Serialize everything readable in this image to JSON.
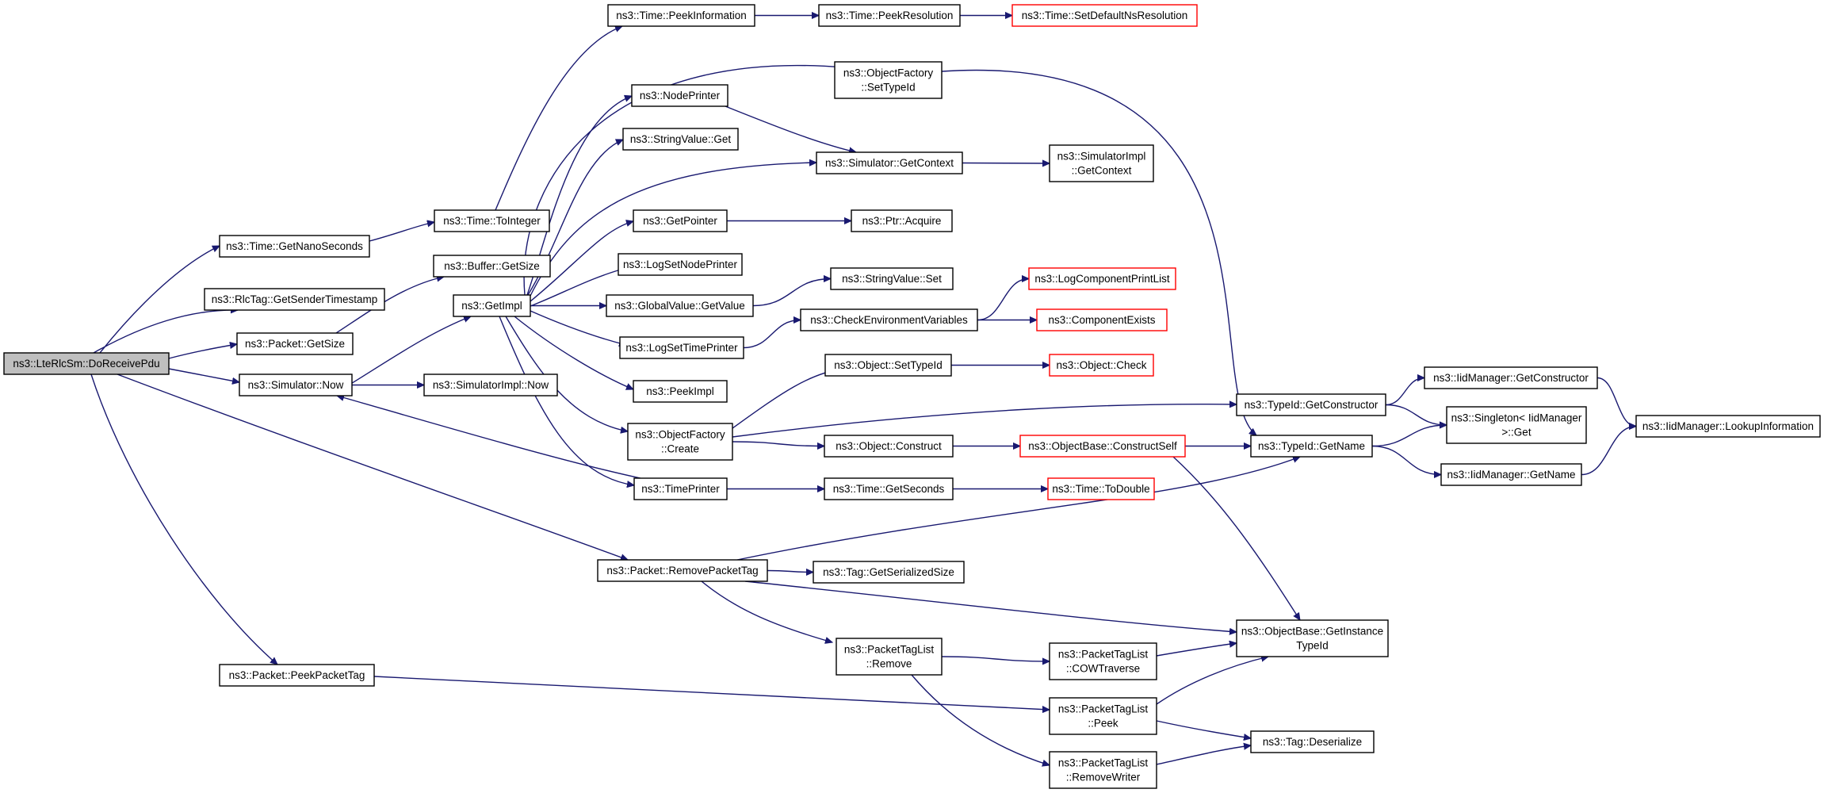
{
  "graph": {
    "edge_color": "#191970",
    "truncated_border_color": "#ff0000",
    "root_fill_color": "#bfbfbf",
    "nodes": [
      {
        "id": "root",
        "lines": [
          "ns3::LteRlcSm::DoReceivePdu"
        ],
        "root": true
      },
      {
        "id": "getNano",
        "lines": [
          "ns3::Time::GetNanoSeconds"
        ]
      },
      {
        "id": "rlcTag",
        "lines": [
          "ns3::RlcTag::GetSenderTimestamp"
        ]
      },
      {
        "id": "pktGetSize",
        "lines": [
          "ns3::Packet::GetSize"
        ]
      },
      {
        "id": "simNow",
        "lines": [
          "ns3::Simulator::Now"
        ]
      },
      {
        "id": "peekPktTag",
        "lines": [
          "ns3::Packet::PeekPacketTag"
        ]
      },
      {
        "id": "toInteger",
        "lines": [
          "ns3::Time::ToInteger"
        ]
      },
      {
        "id": "bufGetSize",
        "lines": [
          "ns3::Buffer::GetSize"
        ]
      },
      {
        "id": "getImpl",
        "lines": [
          "ns3::GetImpl"
        ]
      },
      {
        "id": "simImplNow",
        "lines": [
          "ns3::SimulatorImpl::Now"
        ]
      },
      {
        "id": "removePktTag",
        "lines": [
          "ns3::Packet::RemovePacketTag"
        ]
      },
      {
        "id": "peekInfo",
        "lines": [
          "ns3::Time::PeekInformation"
        ]
      },
      {
        "id": "peekRes",
        "lines": [
          "ns3::Time::PeekResolution"
        ]
      },
      {
        "id": "setDefNs",
        "lines": [
          "ns3::Time::SetDefaultNsResolution"
        ],
        "truncated": true
      },
      {
        "id": "ofSetTypeId",
        "lines": [
          "ns3::ObjectFactory",
          "::SetTypeId"
        ]
      },
      {
        "id": "nodePrinter",
        "lines": [
          "ns3::NodePrinter"
        ]
      },
      {
        "id": "strValGet",
        "lines": [
          "ns3::StringValue::Get"
        ]
      },
      {
        "id": "simGetCtx",
        "lines": [
          "ns3::Simulator::GetContext"
        ]
      },
      {
        "id": "simImplGetCtx",
        "lines": [
          "ns3::SimulatorImpl",
          "::GetContext"
        ]
      },
      {
        "id": "getPointer",
        "lines": [
          "ns3::GetPointer"
        ]
      },
      {
        "id": "ptrAcquire",
        "lines": [
          "ns3::Ptr::Acquire"
        ]
      },
      {
        "id": "logSetNodePrinter",
        "lines": [
          "ns3::LogSetNodePrinter"
        ]
      },
      {
        "id": "strValSet",
        "lines": [
          "ns3::StringValue::Set"
        ]
      },
      {
        "id": "gvGetValue",
        "lines": [
          "ns3::GlobalValue::GetValue"
        ]
      },
      {
        "id": "logCompPrintList",
        "lines": [
          "ns3::LogComponentPrintList"
        ],
        "truncated": true
      },
      {
        "id": "checkEnv",
        "lines": [
          "ns3::CheckEnvironmentVariables"
        ]
      },
      {
        "id": "compExists",
        "lines": [
          "ns3::ComponentExists"
        ],
        "truncated": true
      },
      {
        "id": "logSetTimePrinter",
        "lines": [
          "ns3::LogSetTimePrinter"
        ]
      },
      {
        "id": "peekImpl",
        "lines": [
          "ns3::PeekImpl"
        ]
      },
      {
        "id": "objSetTypeId",
        "lines": [
          "ns3::Object::SetTypeId"
        ]
      },
      {
        "id": "objCheck",
        "lines": [
          "ns3::Object::Check"
        ],
        "truncated": true
      },
      {
        "id": "ofCreate",
        "lines": [
          "ns3::ObjectFactory",
          "::Create"
        ]
      },
      {
        "id": "objConstruct",
        "lines": [
          "ns3::Object::Construct"
        ]
      },
      {
        "id": "obConstructSelf",
        "lines": [
          "ns3::ObjectBase::ConstructSelf"
        ],
        "truncated": true
      },
      {
        "id": "typeIdGetCtor",
        "lines": [
          "ns3::TypeId::GetConstructor"
        ]
      },
      {
        "id": "typeIdGetName",
        "lines": [
          "ns3::TypeId::GetName"
        ]
      },
      {
        "id": "iidGetCtor",
        "lines": [
          "ns3::IidManager::GetConstructor"
        ]
      },
      {
        "id": "singletonGet",
        "lines": [
          "ns3::Singleton< IidManager",
          ">::Get"
        ]
      },
      {
        "id": "iidGetName",
        "lines": [
          "ns3::IidManager::GetName"
        ]
      },
      {
        "id": "iidLookup",
        "lines": [
          "ns3::IidManager::LookupInformation"
        ]
      },
      {
        "id": "timePrinter",
        "lines": [
          "ns3::TimePrinter"
        ]
      },
      {
        "id": "timeGetSeconds",
        "lines": [
          "ns3::Time::GetSeconds"
        ]
      },
      {
        "id": "timeToDouble",
        "lines": [
          "ns3::Time::ToDouble"
        ],
        "truncated": true
      },
      {
        "id": "tagGetSerSize",
        "lines": [
          "ns3::Tag::GetSerializedSize"
        ]
      },
      {
        "id": "ptlRemove",
        "lines": [
          "ns3::PacketTagList",
          "::Remove"
        ]
      },
      {
        "id": "ptlCow",
        "lines": [
          "ns3::PacketTagList",
          "::COWTraverse"
        ]
      },
      {
        "id": "obGetInstTypeId",
        "lines": [
          "ns3::ObjectBase::GetInstance",
          "TypeId"
        ]
      },
      {
        "id": "ptlPeek",
        "lines": [
          "ns3::PacketTagList",
          "::Peek"
        ]
      },
      {
        "id": "tagDeserialize",
        "lines": [
          "ns3::Tag::Deserialize"
        ]
      },
      {
        "id": "ptlRemoveWriter",
        "lines": [
          "ns3::PacketTagList",
          "::RemoveWriter"
        ]
      }
    ],
    "edges": [
      {
        "from": "root",
        "to": "getNano"
      },
      {
        "from": "root",
        "to": "rlcTag"
      },
      {
        "from": "root",
        "to": "pktGetSize"
      },
      {
        "from": "root",
        "to": "simNow"
      },
      {
        "from": "root",
        "to": "removePktTag"
      },
      {
        "from": "root",
        "to": "peekPktTag"
      },
      {
        "from": "getNano",
        "to": "toInteger"
      },
      {
        "from": "toInteger",
        "to": "peekInfo"
      },
      {
        "from": "peekInfo",
        "to": "peekRes"
      },
      {
        "from": "peekRes",
        "to": "setDefNs"
      },
      {
        "from": "pktGetSize",
        "to": "bufGetSize"
      },
      {
        "from": "simNow",
        "to": "getImpl"
      },
      {
        "from": "simNow",
        "to": "simImplNow"
      },
      {
        "from": "getImpl",
        "to": "ofSetTypeId"
      },
      {
        "from": "getImpl",
        "to": "nodePrinter"
      },
      {
        "from": "getImpl",
        "to": "strValGet"
      },
      {
        "from": "getImpl",
        "to": "simGetCtx"
      },
      {
        "from": "getImpl",
        "to": "getPointer"
      },
      {
        "from": "getImpl",
        "to": "logSetNodePrinter"
      },
      {
        "from": "getImpl",
        "to": "gvGetValue"
      },
      {
        "from": "getImpl",
        "to": "logSetTimePrinter"
      },
      {
        "from": "getImpl",
        "to": "peekImpl"
      },
      {
        "from": "getImpl",
        "to": "ofCreate"
      },
      {
        "from": "getImpl",
        "to": "timePrinter"
      },
      {
        "from": "nodePrinter",
        "to": "simGetCtx"
      },
      {
        "from": "simGetCtx",
        "to": "simImplGetCtx"
      },
      {
        "from": "getPointer",
        "to": "ptrAcquire"
      },
      {
        "from": "gvGetValue",
        "to": "strValSet"
      },
      {
        "from": "logSetTimePrinter",
        "to": "checkEnv"
      },
      {
        "from": "checkEnv",
        "to": "logCompPrintList"
      },
      {
        "from": "checkEnv",
        "to": "compExists"
      },
      {
        "from": "ofCreate",
        "to": "objSetTypeId"
      },
      {
        "from": "ofCreate",
        "to": "typeIdGetCtor"
      },
      {
        "from": "ofCreate",
        "to": "objConstruct"
      },
      {
        "from": "objSetTypeId",
        "to": "objCheck"
      },
      {
        "from": "objConstruct",
        "to": "obConstructSelf"
      },
      {
        "from": "obConstructSelf",
        "to": "typeIdGetName"
      },
      {
        "from": "obConstructSelf",
        "to": "obGetInstTypeId"
      },
      {
        "from": "ofSetTypeId",
        "to": "typeIdGetName"
      },
      {
        "from": "typeIdGetCtor",
        "to": "iidGetCtor"
      },
      {
        "from": "typeIdGetCtor",
        "to": "singletonGet"
      },
      {
        "from": "typeIdGetName",
        "to": "singletonGet"
      },
      {
        "from": "typeIdGetName",
        "to": "iidGetName"
      },
      {
        "from": "iidGetCtor",
        "to": "iidLookup"
      },
      {
        "from": "iidGetName",
        "to": "iidLookup"
      },
      {
        "from": "timePrinter",
        "to": "simNow"
      },
      {
        "from": "timePrinter",
        "to": "timeGetSeconds"
      },
      {
        "from": "timeGetSeconds",
        "to": "timeToDouble"
      },
      {
        "from": "removePktTag",
        "to": "typeIdGetName"
      },
      {
        "from": "removePktTag",
        "to": "tagGetSerSize"
      },
      {
        "from": "removePktTag",
        "to": "obGetInstTypeId"
      },
      {
        "from": "removePktTag",
        "to": "ptlRemove"
      },
      {
        "from": "ptlRemove",
        "to": "ptlCow"
      },
      {
        "from": "ptlRemove",
        "to": "ptlRemoveWriter"
      },
      {
        "from": "ptlCow",
        "to": "obGetInstTypeId"
      },
      {
        "from": "peekPktTag",
        "to": "ptlPeek"
      },
      {
        "from": "ptlPeek",
        "to": "obGetInstTypeId"
      },
      {
        "from": "ptlPeek",
        "to": "tagDeserialize"
      },
      {
        "from": "ptlRemoveWriter",
        "to": "tagDeserialize"
      }
    ]
  }
}
